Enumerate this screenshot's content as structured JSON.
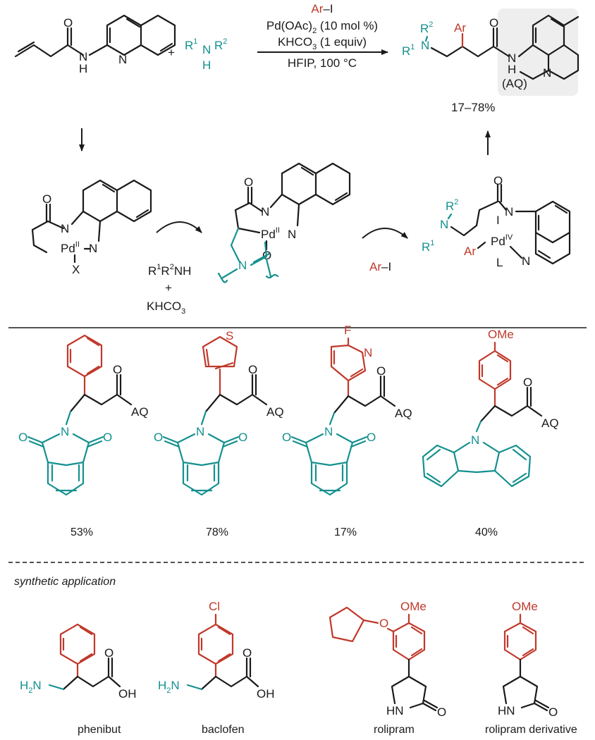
{
  "colors": {
    "bond": "#1a1a1a",
    "aryl": "#c0392b",
    "amine": "#14908f",
    "highlight": "#eeeeee"
  },
  "reaction": {
    "reagent_aryl": "Ar",
    "reagent_iodide": "–I",
    "catalyst_pre": "Pd(OAc)",
    "catalyst_sub": "2",
    "catalyst_post": " (10 mol %)",
    "base_pre": "KHCO",
    "base_sub": "3",
    "base_post": " (1 equiv)",
    "conditions": "HFIP, 100 °C",
    "plus": "+",
    "yield_range": "17–78%",
    "aq_label": "(AQ)"
  },
  "mechanism": {
    "amine_reagent_pre": "R",
    "amine_reagent_sup1": "1",
    "amine_reagent_mid": "R",
    "amine_reagent_sup2": "2",
    "amine_reagent_post": "NH",
    "plus": "+",
    "base_pre": "KHCO",
    "base_sub": "3",
    "oxidant_aryl": "Ar",
    "oxidant_iodide": "–I"
  },
  "substrates": [
    {
      "yield": "53%"
    },
    {
      "yield": "78%"
    },
    {
      "yield": "17%"
    },
    {
      "yield": "40%"
    }
  ],
  "section_application": "synthetic application",
  "applications": [
    {
      "name": "phenibut"
    },
    {
      "name": "baclofen"
    },
    {
      "name": "rolipram"
    },
    {
      "name": "rolipram derivative"
    }
  ]
}
